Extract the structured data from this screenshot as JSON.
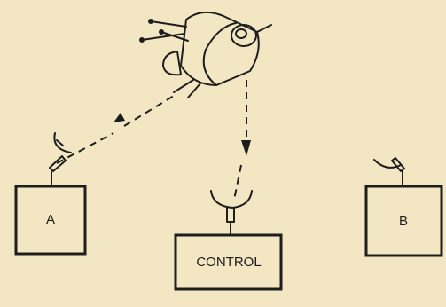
{
  "colors": {
    "background": "#f3e7c3",
    "ink": "#1d1d1d"
  },
  "stations": {
    "a": {
      "label": "A"
    },
    "control": {
      "label": "CONTROL"
    },
    "b": {
      "label": "B"
    }
  },
  "icons": {
    "satellite": "satellite-icon",
    "dish": "dish-antenna-icon",
    "arrow": "arrowhead-icon"
  }
}
